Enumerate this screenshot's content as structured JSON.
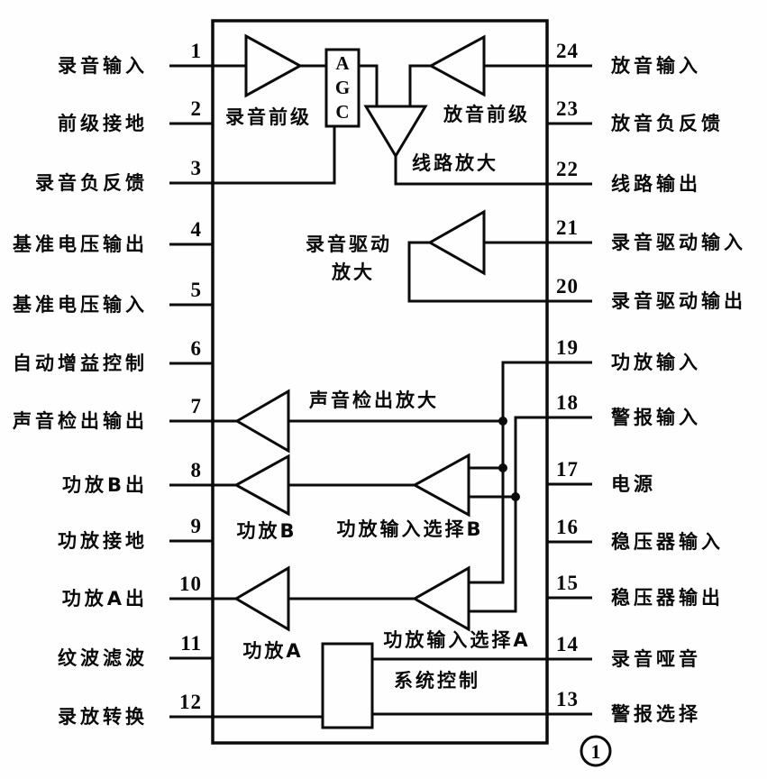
{
  "figure_number": "1",
  "chip": {
    "pins": {
      "left": [
        {
          "num": "1",
          "label": "录音输入"
        },
        {
          "num": "2",
          "label": "前级接地"
        },
        {
          "num": "3",
          "label": "录音负反馈"
        },
        {
          "num": "4",
          "label": "基准电压输出"
        },
        {
          "num": "5",
          "label": "基准电压输入"
        },
        {
          "num": "6",
          "label": "自动增益控制"
        },
        {
          "num": "7",
          "label": "声音检出输出"
        },
        {
          "num": "8",
          "label": "功放B出"
        },
        {
          "num": "9",
          "label": "功放接地"
        },
        {
          "num": "10",
          "label": "功放A出"
        },
        {
          "num": "11",
          "label": "纹波滤波"
        },
        {
          "num": "12",
          "label": "录放转换"
        }
      ],
      "right": [
        {
          "num": "24",
          "label": "放音输入"
        },
        {
          "num": "23",
          "label": "放音负反馈"
        },
        {
          "num": "22",
          "label": "线路输出"
        },
        {
          "num": "21",
          "label": "录音驱动输入"
        },
        {
          "num": "20",
          "label": "录音驱动输出"
        },
        {
          "num": "19",
          "label": "功放输入"
        },
        {
          "num": "18",
          "label": "警报输入"
        },
        {
          "num": "17",
          "label": "电源"
        },
        {
          "num": "16",
          "label": "稳压器输入"
        },
        {
          "num": "15",
          "label": "稳压器输出"
        },
        {
          "num": "14",
          "label": "录音哑音"
        },
        {
          "num": "13",
          "label": "警报选择"
        }
      ]
    },
    "blocks": {
      "rec_preamp": "录音前级",
      "agc_letters": [
        "A",
        "G",
        "C"
      ],
      "play_preamp": "放音前级",
      "line_amp": "线路放大",
      "rec_drive_line1": "录音驱动",
      "rec_drive_line2": "放大",
      "sound_detect": "声音检出放大",
      "amp_b": "功放B",
      "sel_b": "功放输入选择B",
      "amp_a": "功放A",
      "sel_a": "功放输入选择A",
      "sys_ctrl": "系统控制"
    }
  }
}
